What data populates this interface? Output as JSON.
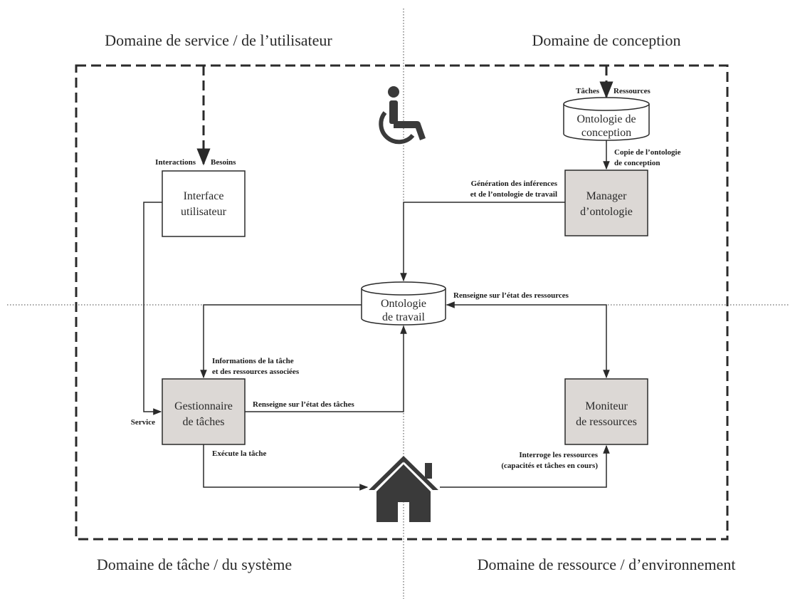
{
  "quadrants": {
    "top_left": "Domaine de service / de l’utilisateur",
    "top_right": "Domaine de conception",
    "bottom_left": "Domaine de tâche / du système",
    "bottom_right": "Domaine de ressource / d’environnement"
  },
  "nodes": {
    "interface": [
      "Interface",
      "utilisateur"
    ],
    "ontologie_conception": [
      "Ontologie de",
      "conception"
    ],
    "manager": [
      "Manager",
      "d’ontologie"
    ],
    "ontologie_travail": [
      "Ontologie",
      "de travail"
    ],
    "gestionnaire": [
      "Gestionnaire",
      "de tâches"
    ],
    "moniteur": [
      "Moniteur",
      "de ressources"
    ]
  },
  "edge_labels": {
    "interactions": "Interactions",
    "besoins": "Besoins",
    "taches": "Tâches",
    "ressources": "Ressources",
    "copie": [
      "Copie de l’ontologie",
      "de conception"
    ],
    "generation": [
      "Génération des inférences",
      "et de l’ontologie de travail"
    ],
    "renseigne_ressources": "Renseigne sur l’état des ressources",
    "informations": [
      "Informations de la tâche",
      "et des ressources associées"
    ],
    "renseigne_taches": "Renseigne sur l’état des tâches",
    "service": "Service",
    "execute": "Exécute la tâche",
    "interroge": [
      "Interroge les ressources",
      "(capacités et tâches en cours)"
    ]
  },
  "icons": {
    "user": "wheelchair-user-icon",
    "home": "house-icon"
  },
  "colors": {
    "stroke": "#2a2a2a",
    "active_box_fill": "#dcd8d5",
    "box_fill": "#ffffff",
    "icon_fill": "#3a3a3a"
  }
}
